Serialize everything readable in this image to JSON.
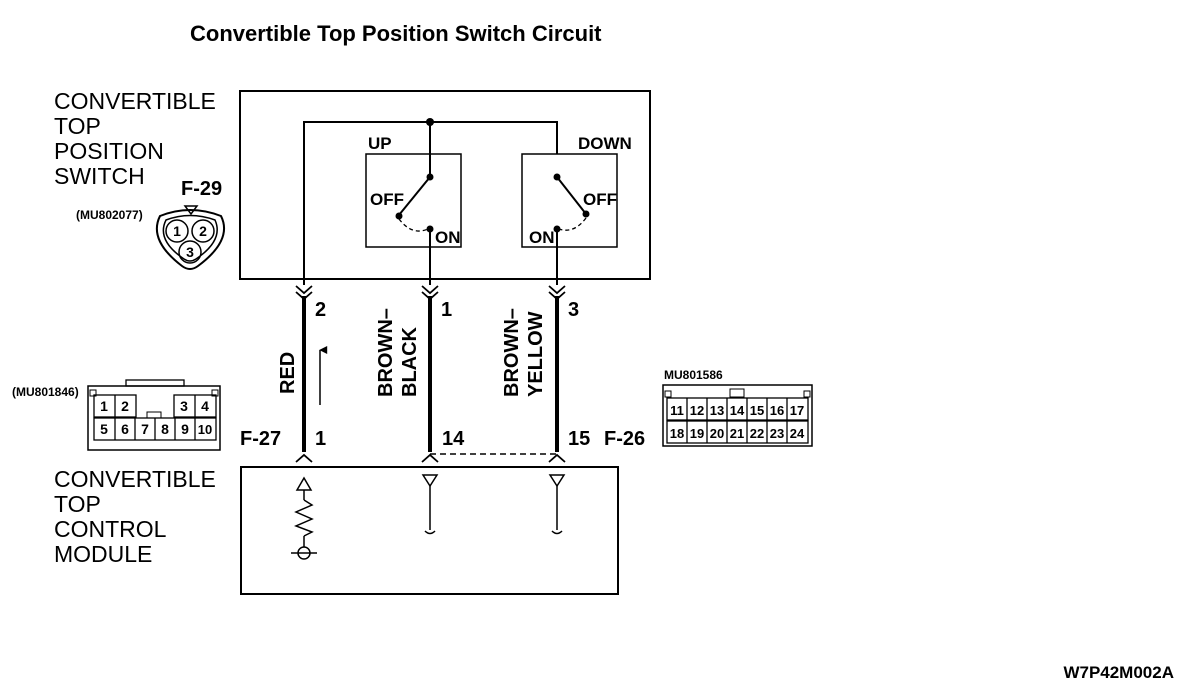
{
  "title": "Convertible Top Position Switch Circuit",
  "switch_block": {
    "label_lines": [
      "CONVERTIBLE",
      "TOP",
      "POSITION",
      "SWITCH"
    ],
    "connector": "F-29",
    "part_number": "(MU802077)",
    "pins": [
      "1",
      "2",
      "3"
    ],
    "up_switch": {
      "name": "UP",
      "off": "OFF",
      "on": "ON"
    },
    "down_switch": {
      "name": "DOWN",
      "off": "OFF",
      "on": "ON"
    }
  },
  "wires": [
    {
      "color": "RED",
      "switch_pin": "2",
      "module_pin": "1"
    },
    {
      "color_lines": [
        "BROWN–",
        "BLACK"
      ],
      "switch_pin": "1",
      "module_pin": "14"
    },
    {
      "color_lines": [
        "BROWN–",
        "YELLOW"
      ],
      "switch_pin": "3",
      "module_pin": "15"
    }
  ],
  "connector_left": {
    "name": "F-27",
    "part_number": "(MU801846)",
    "top_row": [
      "1",
      "2",
      "3",
      "4"
    ],
    "bottom_row": [
      "5",
      "6",
      "7",
      "8",
      "9",
      "10"
    ]
  },
  "connector_right": {
    "name": "F-26",
    "part_number": "MU801586",
    "top_row": [
      "11",
      "12",
      "13",
      "14",
      "15",
      "16",
      "17"
    ],
    "bottom_row": [
      "18",
      "19",
      "20",
      "21",
      "22",
      "23",
      "24"
    ]
  },
  "module_block": {
    "label_lines": [
      "CONVERTIBLE",
      "TOP",
      "CONTROL",
      "MODULE"
    ]
  },
  "figure_code": "W7P42M002A"
}
